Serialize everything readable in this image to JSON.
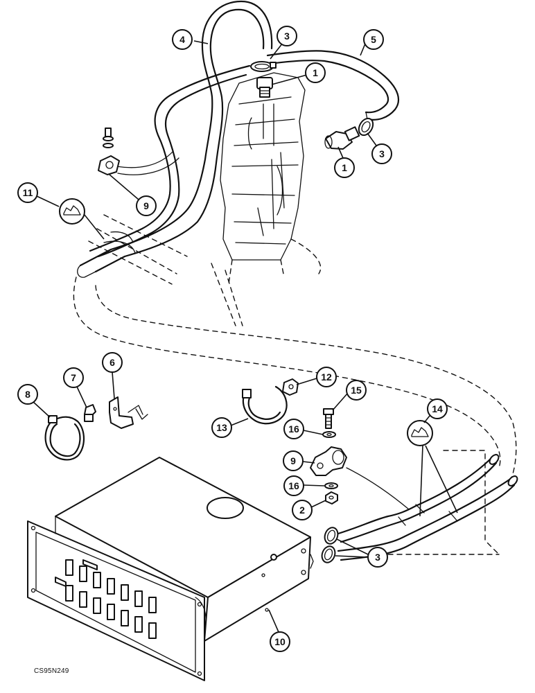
{
  "diagram": {
    "callouts": [
      {
        "label": "4"
      },
      {
        "label": "3"
      },
      {
        "label": "5"
      },
      {
        "label": "1"
      },
      {
        "label": "1"
      },
      {
        "label": "3"
      },
      {
        "label": "9"
      },
      {
        "label": "11"
      },
      {
        "label": "6"
      },
      {
        "label": "7"
      },
      {
        "label": "8"
      },
      {
        "label": "12"
      },
      {
        "label": "15"
      },
      {
        "label": "13"
      },
      {
        "label": "16"
      },
      {
        "label": "14"
      },
      {
        "label": "9"
      },
      {
        "label": "16"
      },
      {
        "label": "2"
      },
      {
        "label": "3"
      },
      {
        "label": "10"
      }
    ],
    "code": "CS95N249"
  }
}
